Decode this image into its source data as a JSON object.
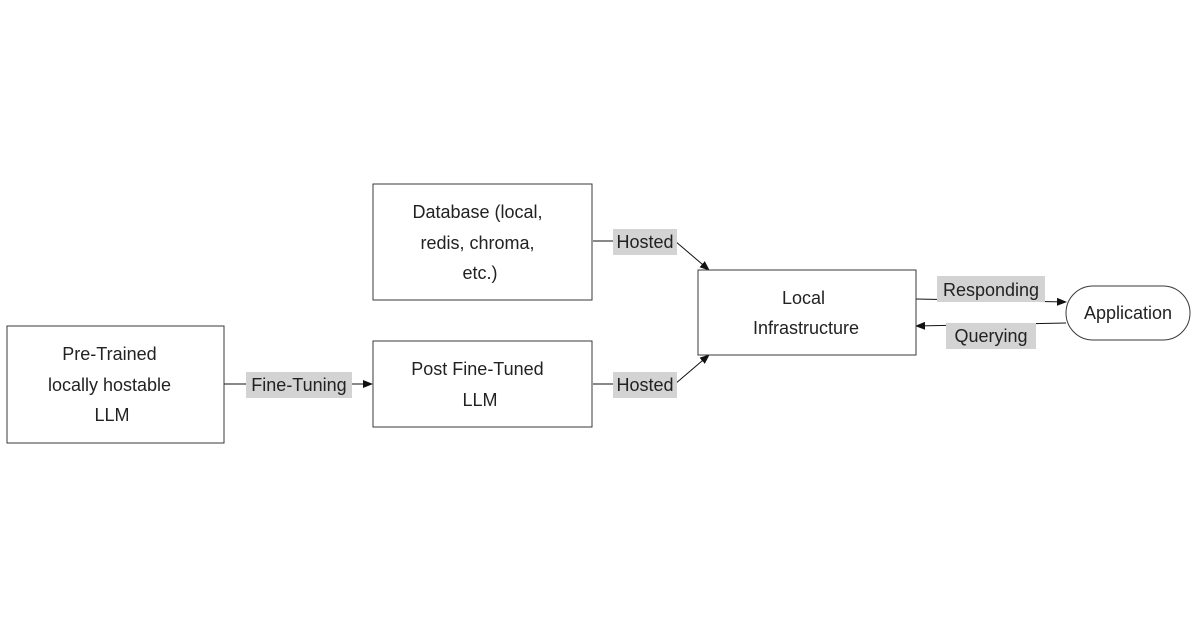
{
  "nodes": {
    "pretrained": {
      "lines": [
        "Pre-Trained",
        "locally hostable",
        "LLM"
      ]
    },
    "database": {
      "lines": [
        "Database (local,",
        "redis, chroma,",
        "etc.)"
      ]
    },
    "finetuned": {
      "lines": [
        "Post Fine-Tuned",
        "LLM"
      ]
    },
    "infrastructure": {
      "lines": [
        "Local",
        "Infrastructure"
      ]
    },
    "application": {
      "lines": [
        "Application"
      ]
    }
  },
  "edges": {
    "finetuning": {
      "label": "Fine-Tuning"
    },
    "hosted_db": {
      "label": "Hosted"
    },
    "hosted_llm": {
      "label": "Hosted"
    },
    "responding": {
      "label": "Responding"
    },
    "querying": {
      "label": "Querying"
    }
  },
  "colors": {
    "label_background": "#d3d3d3",
    "box_border": "#3a3a3a",
    "arrow": "#111111"
  }
}
